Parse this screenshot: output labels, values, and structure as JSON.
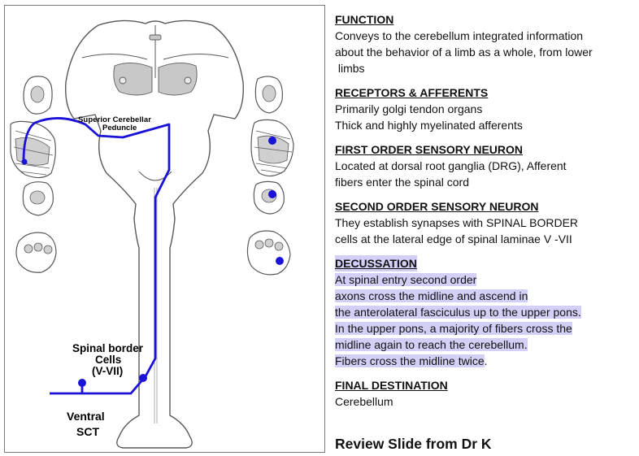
{
  "diagram": {
    "labels": {
      "peduncle_line1": "Superior Cerebellar",
      "peduncle_line2": "Peduncle",
      "spinal_border_line1": "Spinal border",
      "spinal_border_line2": "Cells",
      "spinal_border_line3": "(V-VII)",
      "ventral": "Ventral",
      "sct": "SCT"
    },
    "colors": {
      "pathway": "#1a12d6",
      "outline": "#5a5a5a",
      "tissue": "#c8c8c8"
    }
  },
  "sections": [
    {
      "heading": "FUNCTION",
      "lines": [
        "Conveys to the cerebellum integrated information",
        "about the behavior of a limb as a whole, from lower",
        " limbs"
      ]
    },
    {
      "heading": "RECEPTORS & AFFERENTS",
      "lines": [
        "Primarily golgi tendon organs",
        "Thick and highly myelinated afferents"
      ]
    },
    {
      "heading": "FIRST ORDER SENSORY NEURON",
      "lines": [
        "Located at dorsal root ganglia (DRG), Afferent",
        "fibers enter the spinal cord"
      ]
    },
    {
      "heading": "SECOND ORDER SENSORY NEURON",
      "lines": [
        "They establish synapses with SPINAL BORDER",
        "cells at the lateral edge of spinal laminae V -VII"
      ]
    },
    {
      "heading": "DECUSSATION",
      "lines": [
        "At spinal entry second order",
        "axons cross the midline and ascend in",
        "the anterolateral fasciculus up to the upper pons.",
        "In the upper pons, a majority of fibers cross the",
        "midline again to reach the cerebellum.",
        "Fibers cross the midline twice",
        "."
      ]
    },
    {
      "heading": "FINAL DESTINATION",
      "lines": [
        "Cerebellum"
      ]
    }
  ],
  "footer_title": "Review Slide from Dr K"
}
